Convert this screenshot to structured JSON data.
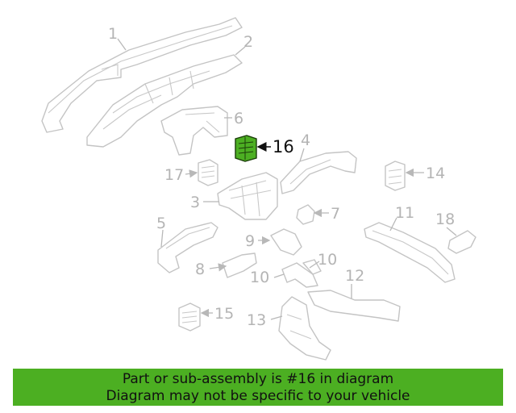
{
  "callouts": {
    "c1": "1",
    "c2": "2",
    "c3": "3",
    "c4": "4",
    "c5": "5",
    "c6": "6",
    "c7": "7",
    "c8": "8",
    "c9": "9",
    "c10a": "10",
    "c10b": "10",
    "c11": "11",
    "c12": "12",
    "c13": "13",
    "c14": "14",
    "c15": "15",
    "c16": "16",
    "c17": "17",
    "c18": "18"
  },
  "highlight_color": "#4caf22",
  "banner": {
    "line1": "Part or sub-assembly is #16 in diagram",
    "line2": "Diagram may not be specific to your vehicle"
  }
}
